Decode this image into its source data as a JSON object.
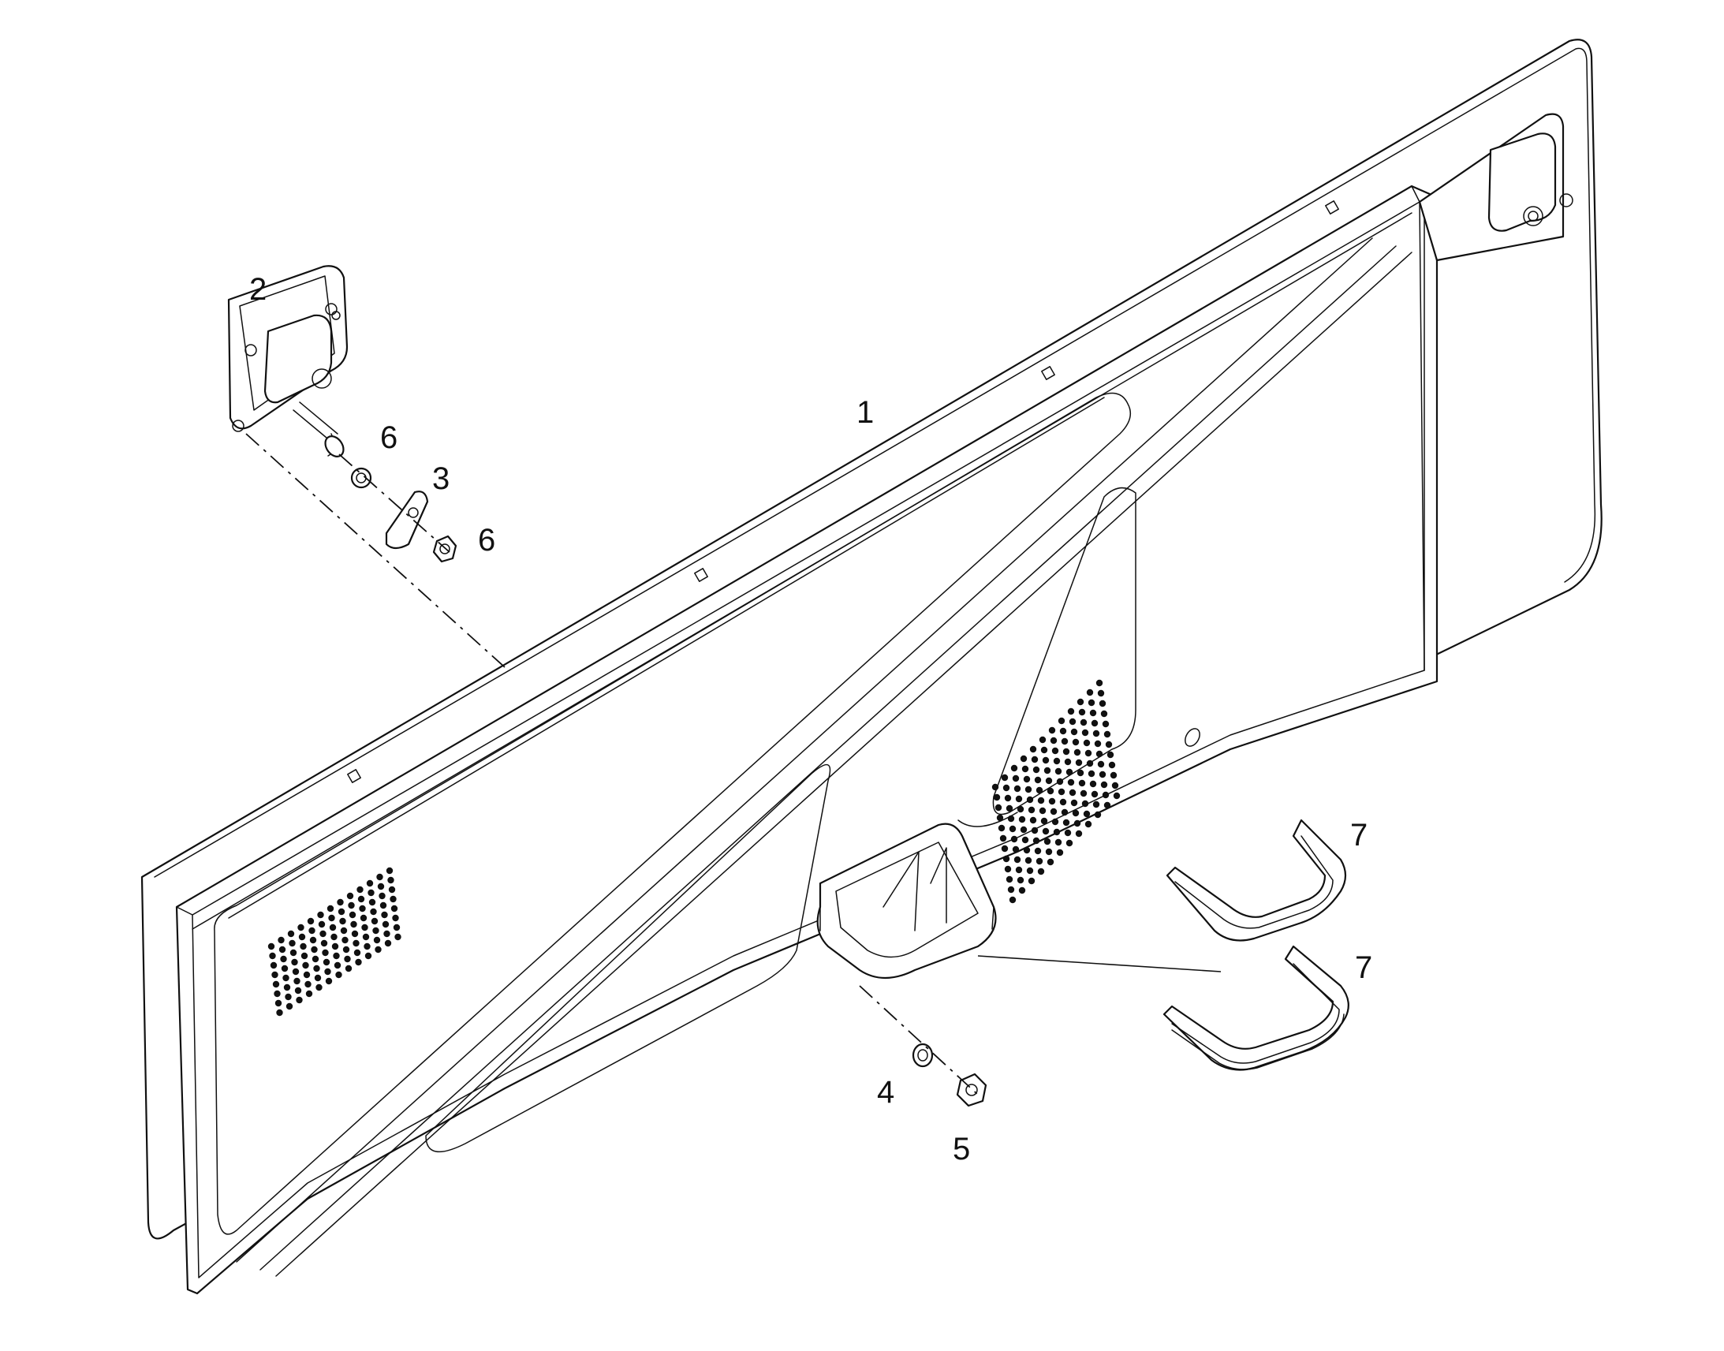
{
  "diagram": {
    "callouts": [
      {
        "id": "part-1",
        "label": "1"
      },
      {
        "id": "part-2",
        "label": "2"
      },
      {
        "id": "part-3",
        "label": "3"
      },
      {
        "id": "part-4",
        "label": "4"
      },
      {
        "id": "part-5",
        "label": "5"
      },
      {
        "id": "part-6a",
        "label": "6"
      },
      {
        "id": "part-6b",
        "label": "6"
      },
      {
        "id": "part-7a",
        "label": "7"
      },
      {
        "id": "part-7b",
        "label": "7"
      }
    ],
    "colors": {
      "line": "#111111",
      "background": "#ffffff",
      "grille": "#111111"
    }
  }
}
